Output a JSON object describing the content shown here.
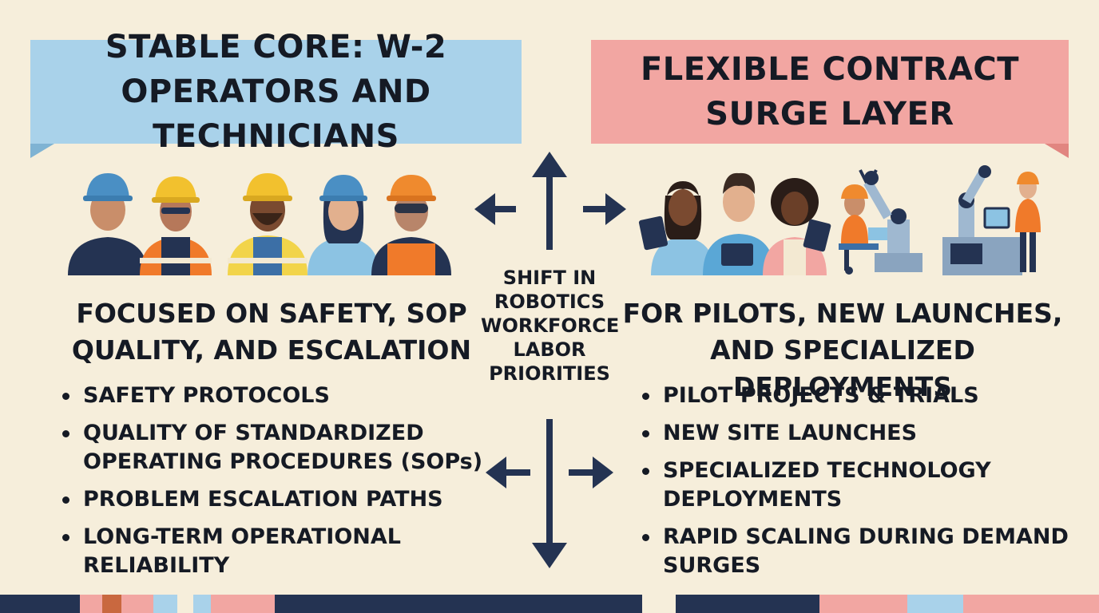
{
  "left": {
    "banner": "STABLE CORE: W-2\nOPERATORS AND TECHNICIANS",
    "heading": "FOCUSED ON SAFETY, SOP\nQUALITY, AND ESCALATION",
    "bullets": [
      "SAFETY PROTOCOLS",
      "QUALITY OF STANDARDIZED OPERATING PROCEDURES (SOPs)",
      "PROBLEM ESCALATION PATHS",
      "LONG-TERM OPERATIONAL RELIABILITY"
    ]
  },
  "right": {
    "banner": "FLEXIBLE CONTRACT\nSURGE LAYER",
    "heading": "FOR PILOTS, NEW LAUNCHES,\nAND SPECIALIZED DEPLOYMENTS",
    "bullets": [
      "PILOT PROJECTS & TRIALS",
      "NEW SITE LAUNCHES",
      "SPECIALIZED TECHNOLOGY DEPLOYMENTS",
      "RAPID SCALING DURING DEMAND SURGES"
    ]
  },
  "center": {
    "label": "SHIFT IN\nROBOTICS\nWORKFORCE\nLABOR\nPRIORITIES"
  },
  "colors": {
    "background": "#f6eedb",
    "left_banner": "#a9d2ea",
    "right_banner": "#f2a6a2",
    "navy": "#243352",
    "hat_blue": "#4a8fc4",
    "hat_yellow": "#f2c12e",
    "hat_orange": "#ef8a2e",
    "vest_orange": "#f07a2a"
  },
  "icons": {
    "workers_left": "construction-workers-illustration",
    "contractors_right": "contractors-and-robots-illustration",
    "arrows": "direction-arrows-icon"
  }
}
